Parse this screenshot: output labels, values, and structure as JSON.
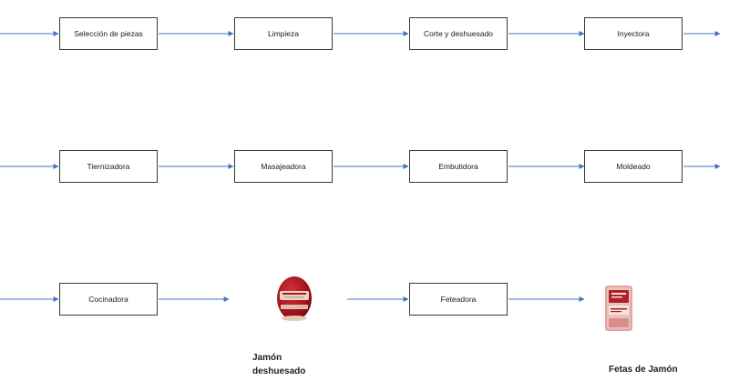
{
  "diagram": {
    "rows": [
      {
        "steps": [
          "Selección de piezas",
          "Limpieza",
          "Corte y deshuesado",
          "Inyectora"
        ]
      },
      {
        "steps": [
          "Tiernizadora",
          "Masajeadora",
          "Embutidora",
          "Moldeado"
        ]
      },
      {
        "steps": [
          "Cocinadora",
          "Feteadora"
        ]
      }
    ],
    "products": {
      "ham": {
        "label_line1": "Jamón",
        "label_line2": "deshuesado",
        "icon": "ham-log-icon"
      },
      "slices": {
        "label": "Fetas de Jamón",
        "icon": "ham-slices-pack-icon"
      }
    },
    "colors": {
      "arrow": "#4472C4",
      "box_border": "#3a3a3a"
    }
  }
}
